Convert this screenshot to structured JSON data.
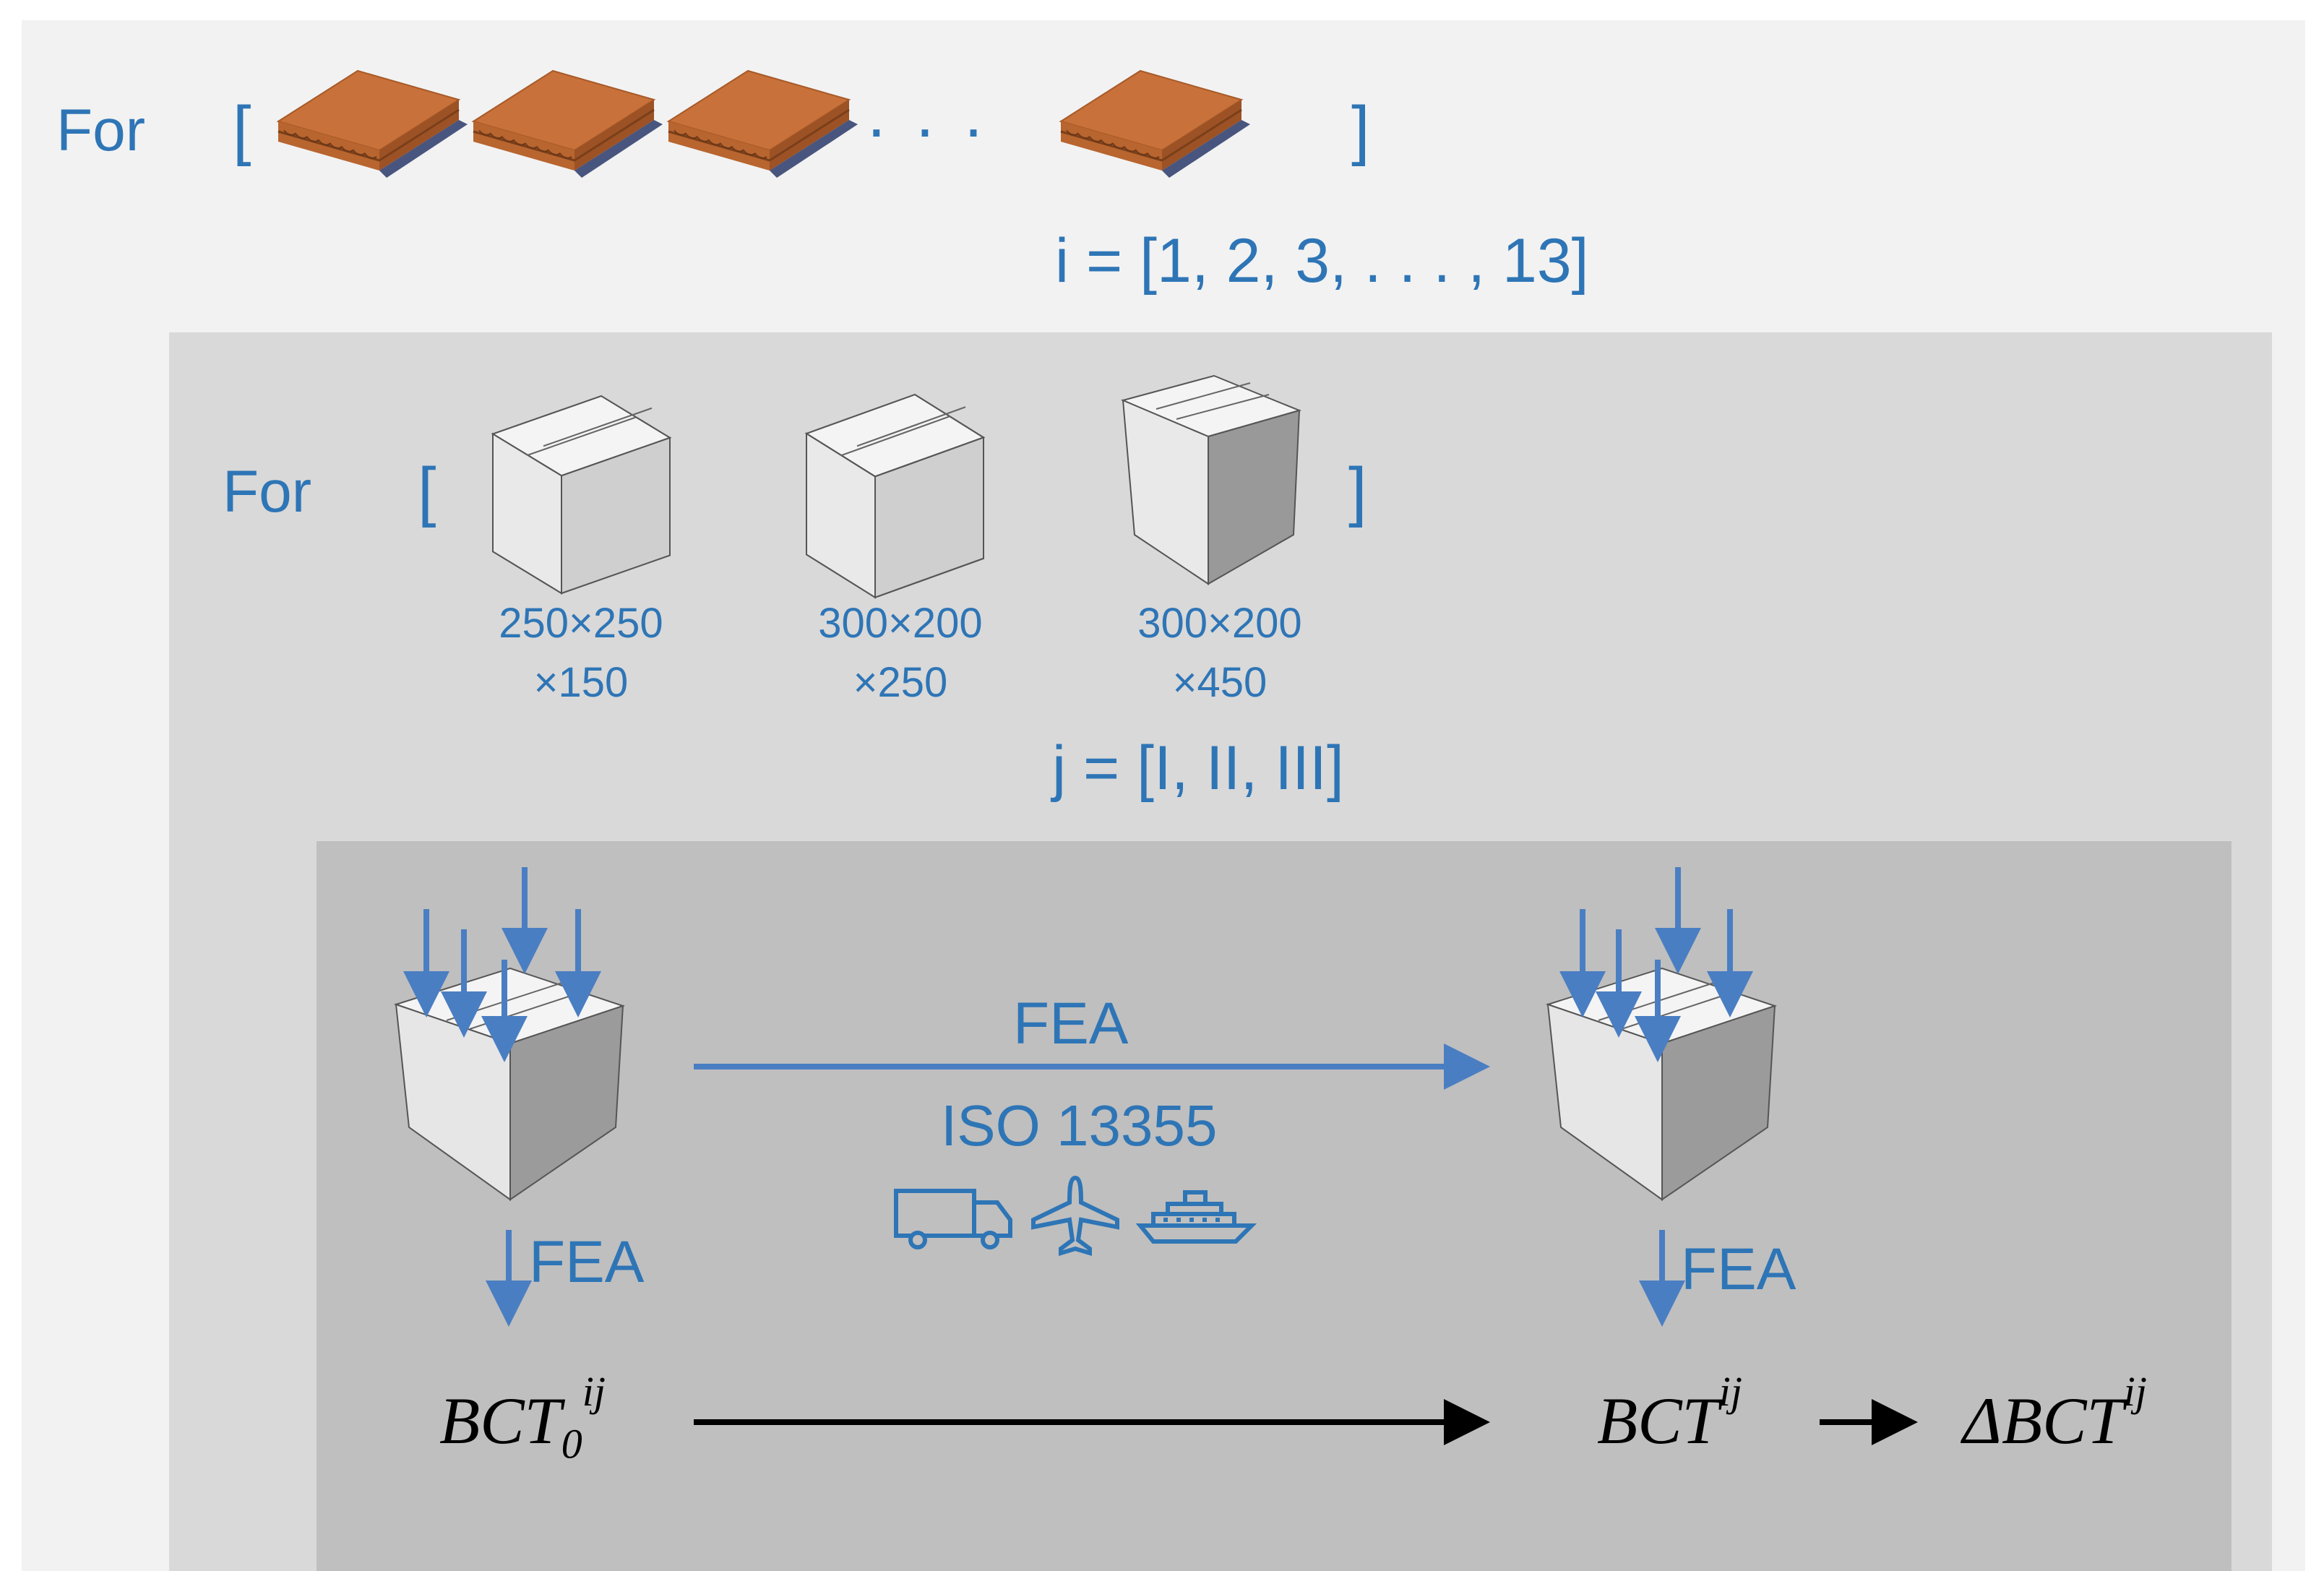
{
  "outer_loop": {
    "for_label": "For",
    "open_bracket": "[",
    "ellipsis": ". . .",
    "close_bracket": "]",
    "index_label": "i = [1, 2, 3, . . . , 13]",
    "items": [
      "corrugated-board-sample",
      "corrugated-board-sample",
      "corrugated-board-sample",
      "corrugated-board-sample"
    ]
  },
  "middle_loop": {
    "for_label": "For",
    "open_bracket": "[",
    "close_bracket": "]",
    "index_label": "j = [I, II, III]",
    "boxes": [
      {
        "dim_line1": "250×250",
        "dim_line2": "×150"
      },
      {
        "dim_line1": "300×200",
        "dim_line2": "×250"
      },
      {
        "dim_line1": "300×200",
        "dim_line2": "×450"
      }
    ]
  },
  "inner_process": {
    "fea_top": "FEA",
    "standard": "ISO 13355",
    "transport_icons": [
      "truck-icon",
      "airplane-icon",
      "ship-icon"
    ],
    "fea_left": "FEA",
    "fea_right": "FEA",
    "result_initial": {
      "base": "BCT",
      "sub": "0",
      "sup": "ij"
    },
    "result_after": {
      "base": "BCT",
      "sup": "ij"
    },
    "result_delta": {
      "base": "ΔBCT",
      "sup": "ij"
    }
  },
  "colors": {
    "text_blue": "#2e75b6",
    "arrow_blue": "#4a7ec2",
    "outer_panel": "#f2f2f2",
    "middle_panel": "#d9d9d9",
    "inner_panel": "#bfbfbf",
    "cardboard": "#c8713a"
  }
}
